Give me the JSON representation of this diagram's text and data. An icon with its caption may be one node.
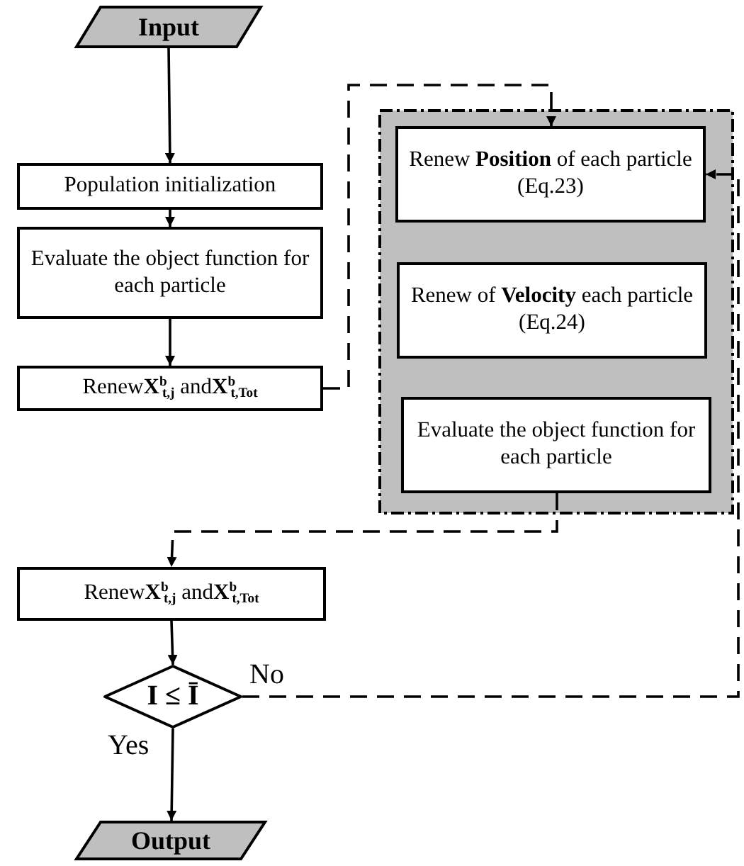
{
  "diagram": {
    "nodes": [
      {
        "text": [
          "Input"
        ]
      },
      {
        "text": [
          "Population initialization"
        ]
      },
      {
        "text": [
          "Evaluate the object function for each particle"
        ]
      },
      {
        "text": [
          "Renew**X**$^{b}$$_{t,j}$ and**X**$^{b}$$_{t,Tot}$"
        ]
      },
      {
        "text": [],
        "shape": "box"
      },
      {
        "text": [
          "Renew **Position** of each particle (Eq.23)"
        ],
        "in": 4
      },
      {
        "text": [
          "Renew of **Velocity** each particle (Eq.24)"
        ],
        "in": 4
      },
      {
        "text": [
          "Evaluate the object function for each particle"
        ],
        "in": 4
      },
      {
        "text": [
          "Renew**X**$^{b}$$_{t,j}$ and**X**$^{b}$$_{t,Tot}$"
        ]
      },
      {
        "text": [
          "I ≤ Ī"
        ]
      },
      {
        "text": [
          "Output"
        ]
      }
    ],
    "edges": [
      {
        "from": 0,
        "to": 1,
        "arrow": "to"
      },
      {
        "from": 1,
        "to": 2,
        "arrow": "to"
      },
      {
        "from": 2,
        "to": 3,
        "arrow": "to"
      },
      {
        "from": 3,
        "to": 5,
        "arrow": "to",
        "style": "dashed"
      },
      {
        "from": 7,
        "to": 8,
        "arrow": "to",
        "style": "dashed"
      },
      {
        "from": 8,
        "to": 9,
        "arrow": "to"
      },
      {
        "from": 9,
        "to": 5,
        "arrow": "to",
        "style": "dashed",
        "label": "No"
      },
      {
        "from": 9,
        "to": 10,
        "arrow": "to",
        "label": "Yes"
      }
    ]
  }
}
